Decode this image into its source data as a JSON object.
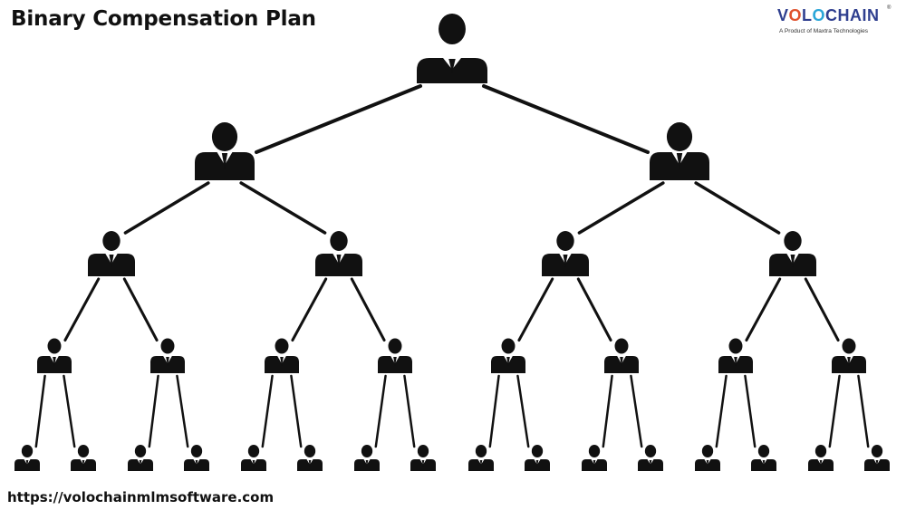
{
  "title": "Binary Compensation Plan",
  "logo": {
    "segments": [
      {
        "text": "V",
        "color": "#2f3f8f"
      },
      {
        "text": "O",
        "color": "#e0522e"
      },
      {
        "text": "L",
        "color": "#2f3f8f"
      },
      {
        "text": "O",
        "color": "#2aa6d8"
      },
      {
        "text": "CHAIN",
        "color": "#2f3f8f"
      }
    ],
    "registered": "®",
    "tagline": "A Product of Maxtra Technologies"
  },
  "url": "https://volochainmlmsoftware.com",
  "tree": {
    "type": "binary",
    "levels": 5,
    "icon": "person-icon",
    "line_color": "#111111",
    "icon_color": "#111111"
  }
}
